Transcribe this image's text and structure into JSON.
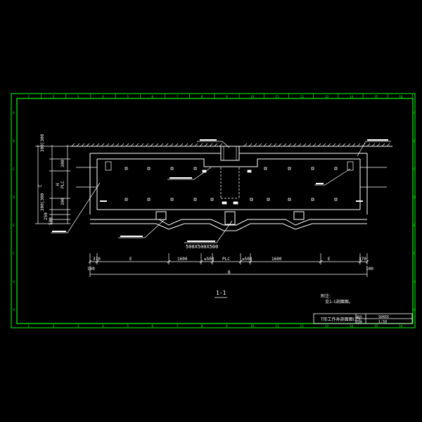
{
  "colors": {
    "background": "#000000",
    "frame": "#00ff00",
    "structure": "#ffffff",
    "dimension_text": "#ffffff",
    "title_block_line": "#ffffff"
  },
  "border": {
    "top_ticks": [
      "1",
      "2",
      "3",
      "4",
      "5",
      "6",
      "7",
      "8",
      "9",
      "10",
      "11",
      "12",
      "13",
      "14",
      "15",
      "16"
    ],
    "side_ticks": [
      "A",
      "B",
      "C",
      "D",
      "E",
      "F",
      "G",
      "H"
    ]
  },
  "section_title": "1-1",
  "left_dims": [
    "300|300",
    "300",
    "H",
    "PLC",
    "300",
    "300|300",
    "250",
    "500"
  ],
  "left_total": "C",
  "dimension_row": {
    "segments": [
      "370",
      "E",
      "1600",
      "≥500",
      "PLC",
      "≥500",
      "1600",
      "E",
      "370"
    ],
    "left_end": "100",
    "right_end": "100",
    "total": "B"
  },
  "bottom_callout_value": "500X500X500",
  "note": {
    "heading": "附注:",
    "text": "见1-1剖面图。"
  },
  "title_block": {
    "drawing_title": "T形工作井剖面图(二)",
    "label_a": "图号",
    "label_b": "比例",
    "value_a": "S04XX",
    "value_b": "1:50"
  }
}
